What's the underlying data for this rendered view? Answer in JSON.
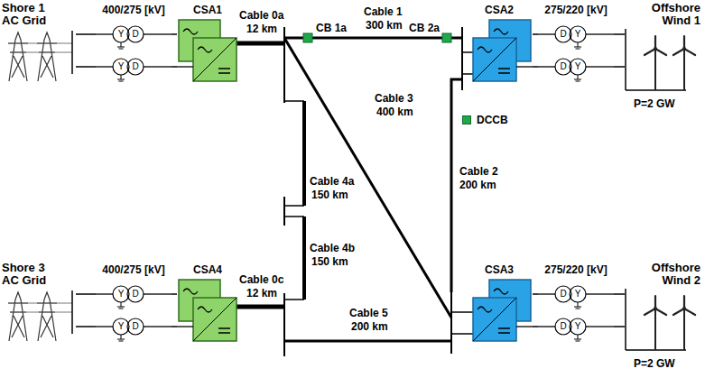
{
  "diagram": {
    "nodes": [
      {
        "text": [
          "Shore 1 AC Grid"
        ]
      },
      {
        "text": [
          "400/275 [kV]",
          "Y",
          "D",
          "Y",
          "D"
        ]
      },
      {
        "text": [
          "CSA1"
        ]
      },
      {
        "text": [
          "CSA2"
        ]
      },
      {
        "text": [
          "275/220 [kV]",
          "D",
          "Y",
          "D",
          "Y"
        ]
      },
      {
        "text": [
          "Offshore Wind 1",
          "P=2 GW"
        ]
      },
      {
        "text": [
          "Shore 3 AC Grid"
        ]
      },
      {
        "text": [
          "400/275 [kV]",
          "Y",
          "D",
          "Y",
          "D"
        ]
      },
      {
        "text": [
          "CSA4"
        ]
      },
      {
        "text": [
          "CSA3"
        ]
      },
      {
        "text": [
          "275/220 [kV]",
          "D",
          "Y",
          "D",
          "Y"
        ]
      },
      {
        "text": [
          "Offshore Wind 2",
          "P=2 GW"
        ]
      }
    ],
    "edges": [
      {
        "from": 0,
        "to": 1,
        "arrow": "none"
      },
      {
        "from": 1,
        "to": 2,
        "arrow": "none"
      },
      {
        "from": 3,
        "to": 4,
        "arrow": "none"
      },
      {
        "from": 4,
        "to": 5,
        "arrow": "none"
      },
      {
        "from": 6,
        "to": 7,
        "arrow": "none"
      },
      {
        "from": 7,
        "to": 8,
        "arrow": "none"
      },
      {
        "from": 9,
        "to": 10,
        "arrow": "none"
      },
      {
        "from": 10,
        "to": 11,
        "arrow": "none"
      }
    ],
    "labels": [
      "Cable 0a",
      "12 km",
      "CB 1a",
      "Cable 1",
      "300 km",
      "CB 2a",
      "Cable 3",
      "400 km",
      "Cable 2",
      "200 km",
      "Cable 4a",
      "150 km",
      "Cable 4b",
      "150 km",
      "Cable 0c",
      "12 km",
      "Cable 5",
      "200 km"
    ],
    "legend": [
      {
        "text": "DCCB",
        "color": "#1fa84a"
      }
    ]
  }
}
